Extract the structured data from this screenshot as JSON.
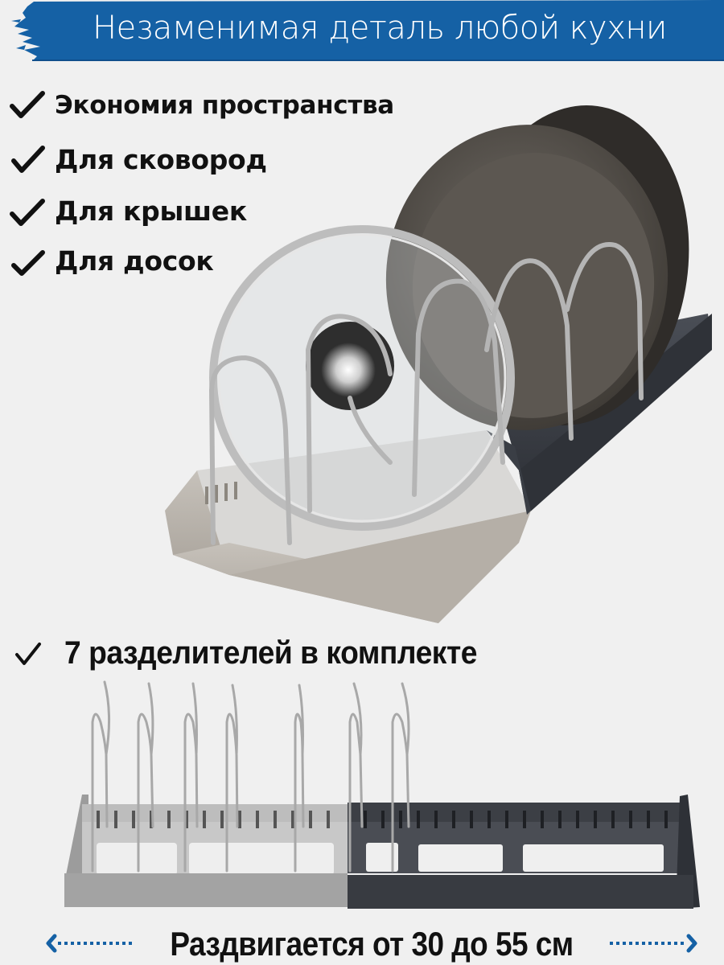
{
  "banner": {
    "title": "Незаменимая деталь любой кухни",
    "background_color": "#1561a5",
    "text_color": "#ffffff"
  },
  "features": [
    {
      "label": "Экономия пространства",
      "icon": "checkmark-icon"
    },
    {
      "label": "Для сковород",
      "icon": "checkmark-icon"
    },
    {
      "label": "Для крышек",
      "icon": "checkmark-icon"
    },
    {
      "label": "Для досок",
      "icon": "checkmark-icon"
    }
  ],
  "kit": {
    "label": "7 разделителей в комплекте",
    "icon": "checkmark-icon",
    "divider_count": 7
  },
  "extend": {
    "label": "Раздвигается от 30 до 55 см",
    "left_icon": "arrow-left-icon",
    "right_icon": "arrow-right-icon",
    "accent_color": "#1561a5"
  },
  "photos": {
    "main": "product-photo-rack-with-pans-and-lid",
    "secondary": "product-photo-extended-rack-7-dividers"
  },
  "colors": {
    "background": "#f0f0f0",
    "rack_light": "#b9b4ad",
    "rack_dark": "#3d4149",
    "pan": "#4b4641",
    "wire": "#b8b8b8"
  }
}
